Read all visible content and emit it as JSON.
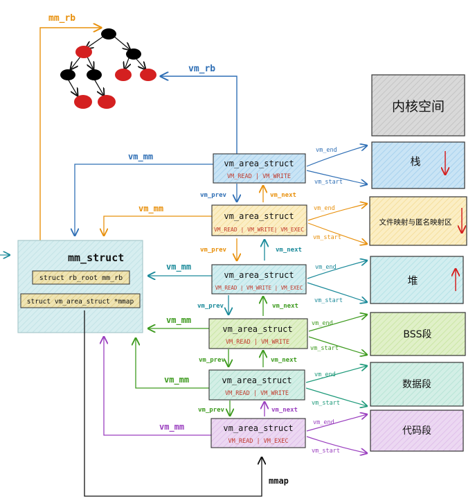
{
  "labels": {
    "mm_rb": "mm_rb",
    "vm_rb": "vm_rb",
    "mm_struct": "mm_struct",
    "rb_root_field": "struct rb_root mm_rb",
    "mmap_field": "struct vm_area_struct *mmap",
    "mmap": "mmap",
    "vm_mm": "vm_mm",
    "vm_prev": "vm_prev",
    "vm_next": "vm_next",
    "vm_start": "vm_start",
    "vm_end": "vm_end"
  },
  "vmas": [
    {
      "title": "vm_area_struct",
      "flags": "VM_READ | VM_WRITE"
    },
    {
      "title": "vm_area_struct",
      "flags": "VM_READ | VM_WRITE| VM_EXEC"
    },
    {
      "title": "vm_area_struct",
      "flags": "VM_READ | VM_WRITE | VM_EXEC"
    },
    {
      "title": "vm_area_struct",
      "flags": "VM_READ | VM_WRITE"
    },
    {
      "title": "vm_area_struct",
      "flags": "VM_READ | VM_WRITE"
    },
    {
      "title": "vm_area_struct",
      "flags": "VM_READ | VM_EXEC"
    }
  ],
  "segments": [
    {
      "label": "内核空间"
    },
    {
      "label": "栈"
    },
    {
      "label": "文件映射与匿名映射区"
    },
    {
      "label": "堆"
    },
    {
      "label": "BSS段"
    },
    {
      "label": "数据段"
    },
    {
      "label": "代码段"
    }
  ],
  "colors": {
    "orange": "#e8900c",
    "blue": "#2f6fb5",
    "teal": "#1b8a9a",
    "green": "#3d9a1e",
    "purple": "#9a3fbf",
    "red_node": "#d42020",
    "black_node": "#000000",
    "flag_red": "#c0392b"
  }
}
